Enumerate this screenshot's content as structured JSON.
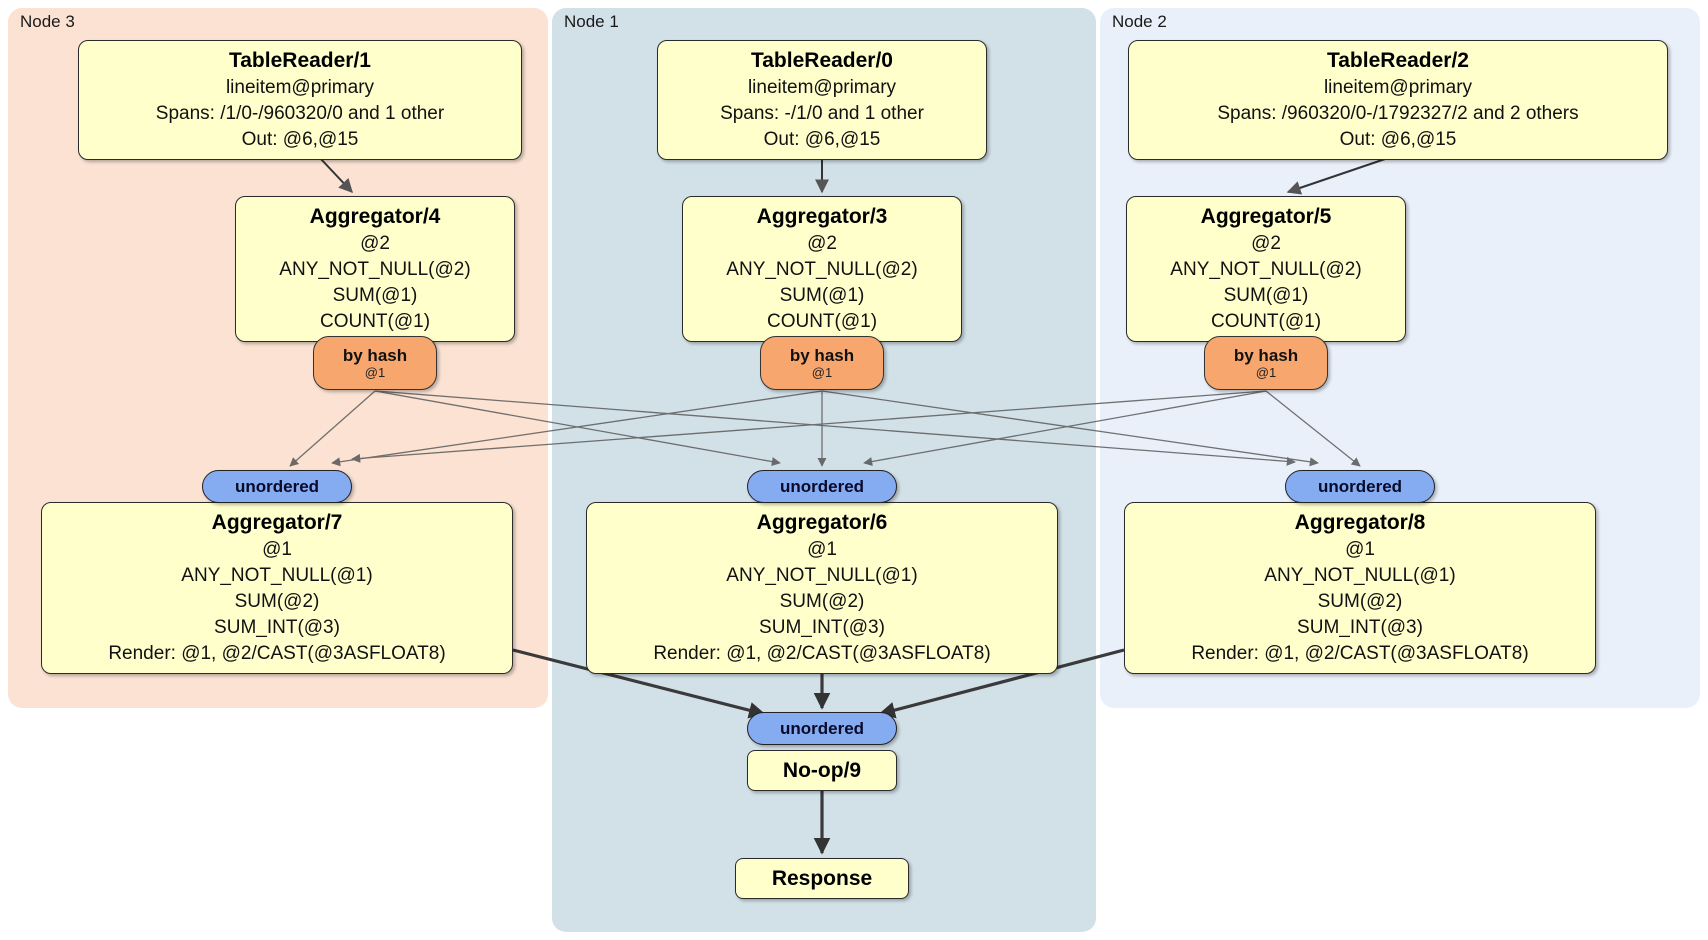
{
  "colors": {
    "node3_bg": "#fbe2d3",
    "node1_bg": "#d2e0e8",
    "node2_bg": "#e9f0fa",
    "box_bg": "#ffffcc",
    "router_bg": "#f7a76e",
    "sync_bg": "#85abf0"
  },
  "nodes": [
    {
      "label": "Node 3",
      "tablereader": {
        "title": "TableReader/1",
        "table": "lineitem@primary",
        "spans": "Spans: /1/0-/960320/0 and 1 other",
        "out": "Out: @6,@15"
      },
      "aggregator_top": {
        "title": "Aggregator/4",
        "lines": [
          "@2",
          "ANY_NOT_NULL(@2)",
          "SUM(@1)",
          "COUNT(@1)"
        ]
      },
      "router": {
        "label": "by hash",
        "key": "@1"
      },
      "sync": {
        "label": "unordered"
      },
      "aggregator_bottom": {
        "title": "Aggregator/7",
        "lines": [
          "@1",
          "ANY_NOT_NULL(@1)",
          "SUM(@2)",
          "SUM_INT(@3)",
          "Render: @1, @2/CAST(@3ASFLOAT8)"
        ]
      }
    },
    {
      "label": "Node 1",
      "tablereader": {
        "title": "TableReader/0",
        "table": "lineitem@primary",
        "spans": "Spans: -/1/0 and 1 other",
        "out": "Out: @6,@15"
      },
      "aggregator_top": {
        "title": "Aggregator/3",
        "lines": [
          "@2",
          "ANY_NOT_NULL(@2)",
          "SUM(@1)",
          "COUNT(@1)"
        ]
      },
      "router": {
        "label": "by hash",
        "key": "@1"
      },
      "sync": {
        "label": "unordered"
      },
      "aggregator_bottom": {
        "title": "Aggregator/6",
        "lines": [
          "@1",
          "ANY_NOT_NULL(@1)",
          "SUM(@2)",
          "SUM_INT(@3)",
          "Render: @1, @2/CAST(@3ASFLOAT8)"
        ]
      }
    },
    {
      "label": "Node 2",
      "tablereader": {
        "title": "TableReader/2",
        "table": "lineitem@primary",
        "spans": "Spans: /960320/0-/1792327/2 and 2 others",
        "out": "Out: @6,@15"
      },
      "aggregator_top": {
        "title": "Aggregator/5",
        "lines": [
          "@2",
          "ANY_NOT_NULL(@2)",
          "SUM(@1)",
          "COUNT(@1)"
        ]
      },
      "router": {
        "label": "by hash",
        "key": "@1"
      },
      "sync": {
        "label": "unordered"
      },
      "aggregator_bottom": {
        "title": "Aggregator/8",
        "lines": [
          "@1",
          "ANY_NOT_NULL(@1)",
          "SUM(@2)",
          "SUM_INT(@3)",
          "Render: @1, @2/CAST(@3ASFLOAT8)"
        ]
      }
    }
  ],
  "final": {
    "sync": "unordered",
    "noop": "No-op/9",
    "response": "Response"
  }
}
